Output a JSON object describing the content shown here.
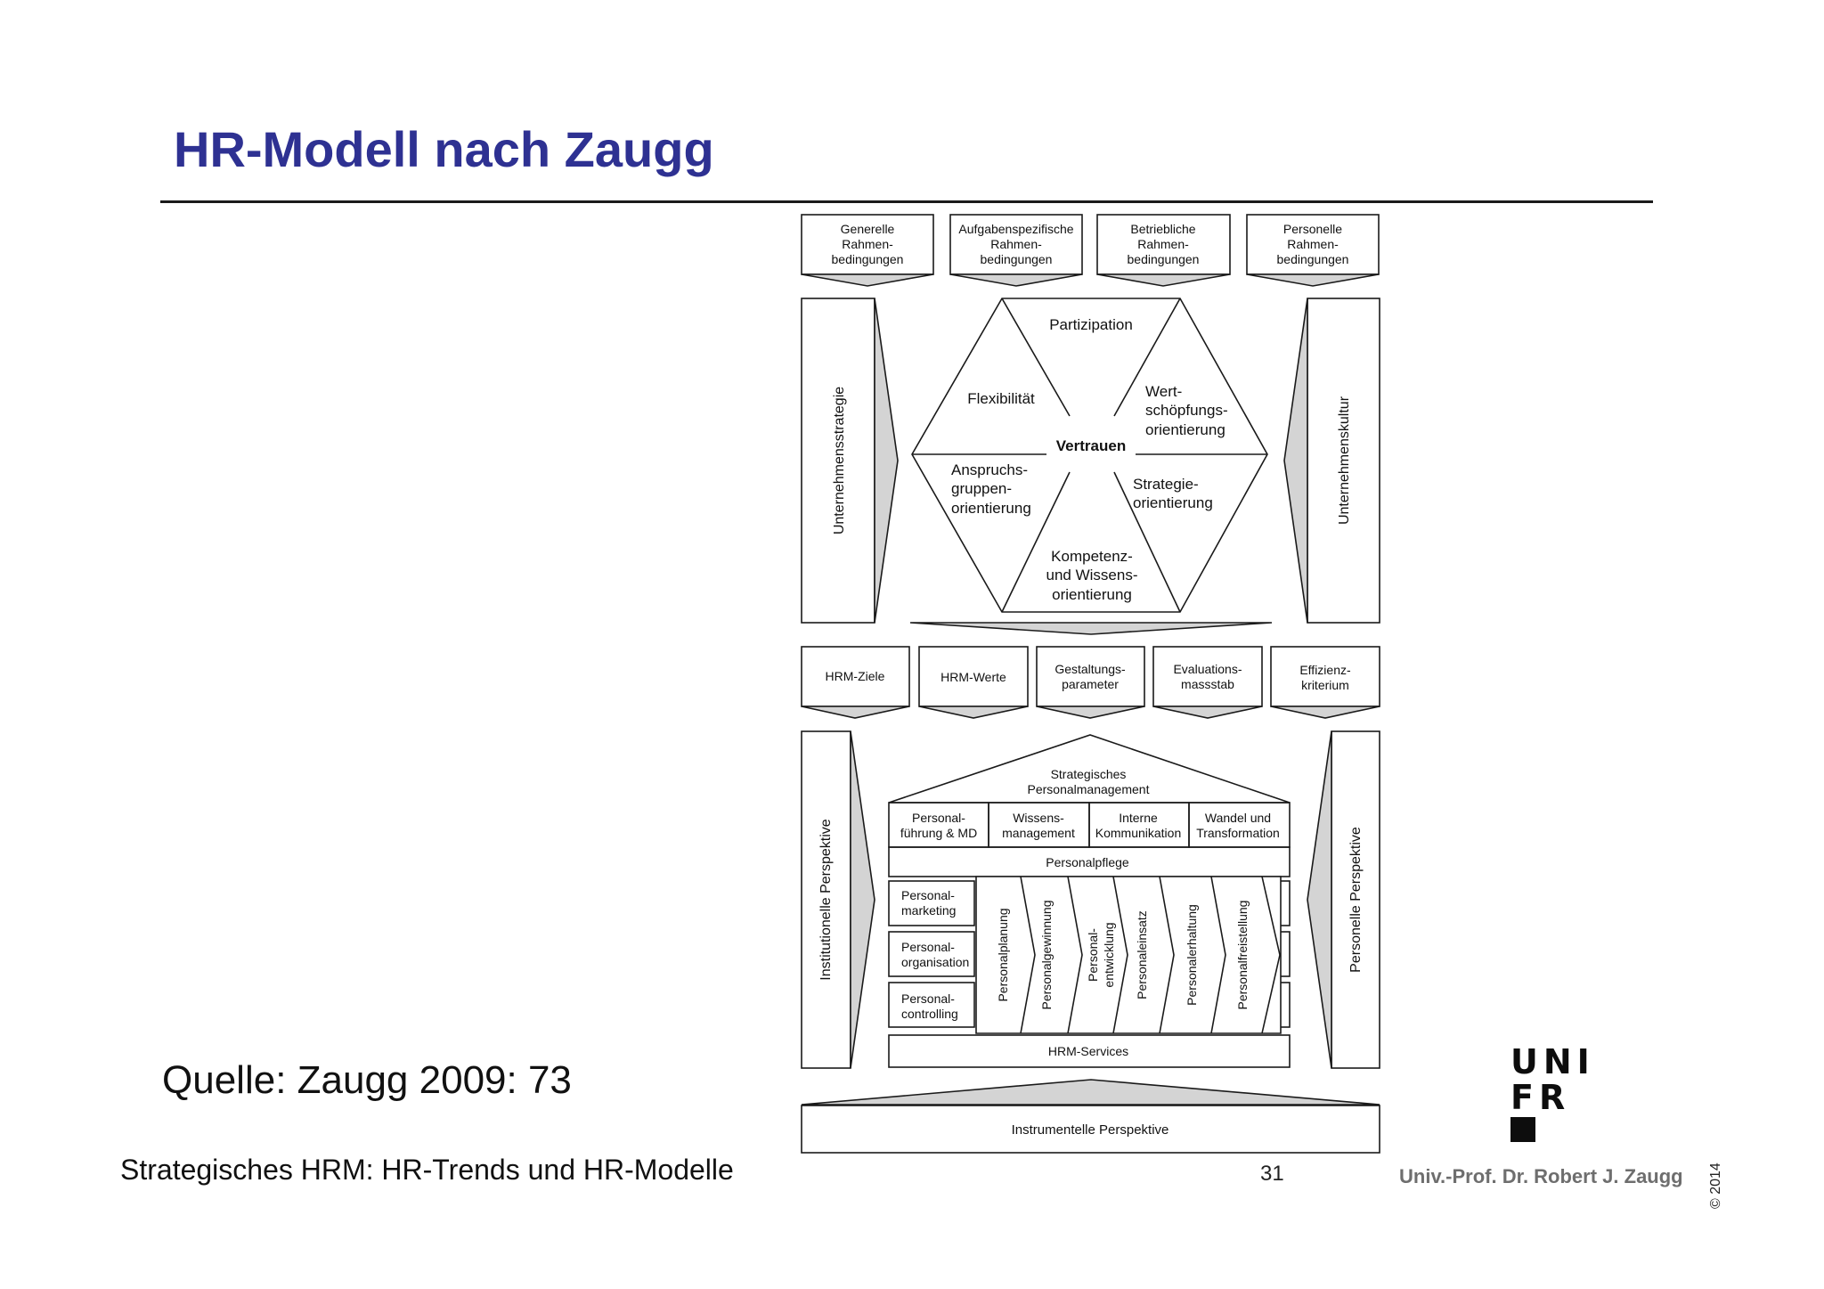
{
  "slide": {
    "title": "HR-Modell nach Zaugg",
    "source": "Quelle: Zaugg 2009: 73",
    "footer_left": "Strategisches HRM: HR-Trends und HR-Modelle",
    "page_number": "31",
    "author": "Univ.-Prof. Dr. Robert J. Zaugg",
    "copyright": "© 2014",
    "logo": {
      "line1": "UNI",
      "line2": "FR"
    }
  },
  "diagram": {
    "top_boxes": [
      [
        "Generelle",
        "Rahmen-",
        "bedingungen"
      ],
      [
        "Aufgabenspezifische",
        "Rahmen-",
        "bedingungen"
      ],
      [
        "Betriebliche",
        "Rahmen-",
        "bedingungen"
      ],
      [
        "Personelle",
        "Rahmen-",
        "bedingungen"
      ]
    ],
    "side_left_upper": "Unternehmensstrategie",
    "side_right_upper": "Unternehmenskultur",
    "hexagon": {
      "center": "Vertrauen",
      "top": "Partizipation",
      "upper_left": "Flexibilität",
      "upper_right": [
        "Wert-",
        "schöpfungs-",
        "orientierung"
      ],
      "lower_left": [
        "Anspruchs-",
        "gruppen-",
        "orientierung"
      ],
      "lower_right": [
        "Strategie-",
        "orientierung"
      ],
      "bottom": [
        "Kompetenz-",
        "und Wissens-",
        "orientierung"
      ]
    },
    "middle_boxes": [
      [
        "HRM-Ziele"
      ],
      [
        "HRM-Werte"
      ],
      [
        "Gestaltungs-",
        "parameter"
      ],
      [
        "Evaluations-",
        "massstab"
      ],
      [
        "Effizienz-",
        "kriterium"
      ]
    ],
    "side_left_lower": "Institutionelle Perspektive",
    "side_right_lower": "Personelle Perspektive",
    "house": {
      "roof": [
        "Strategisches",
        "Personalmanagement"
      ],
      "row1": [
        [
          "Personal-",
          "führung & MD"
        ],
        [
          "Wissens-",
          "management"
        ],
        [
          "Interne",
          "Kommunikation"
        ],
        [
          "Wandel und",
          "Transformation"
        ]
      ],
      "personalpflege": "Personalpflege",
      "left_boxes": [
        [
          "Personal-",
          "marketing"
        ],
        [
          "Personal-",
          "organisation"
        ],
        [
          "Personal-",
          "controlling"
        ]
      ],
      "process": [
        [
          "Personalplanung"
        ],
        [
          "Personalgewinnung"
        ],
        [
          "Personal-",
          "entwicklung"
        ],
        [
          "Personaleinsatz"
        ],
        [
          "Personalerhaltung"
        ],
        [
          "Personalfreistellung"
        ]
      ],
      "services": "HRM-Services"
    },
    "bottom_box": "Instrumentelle Perspektive"
  }
}
